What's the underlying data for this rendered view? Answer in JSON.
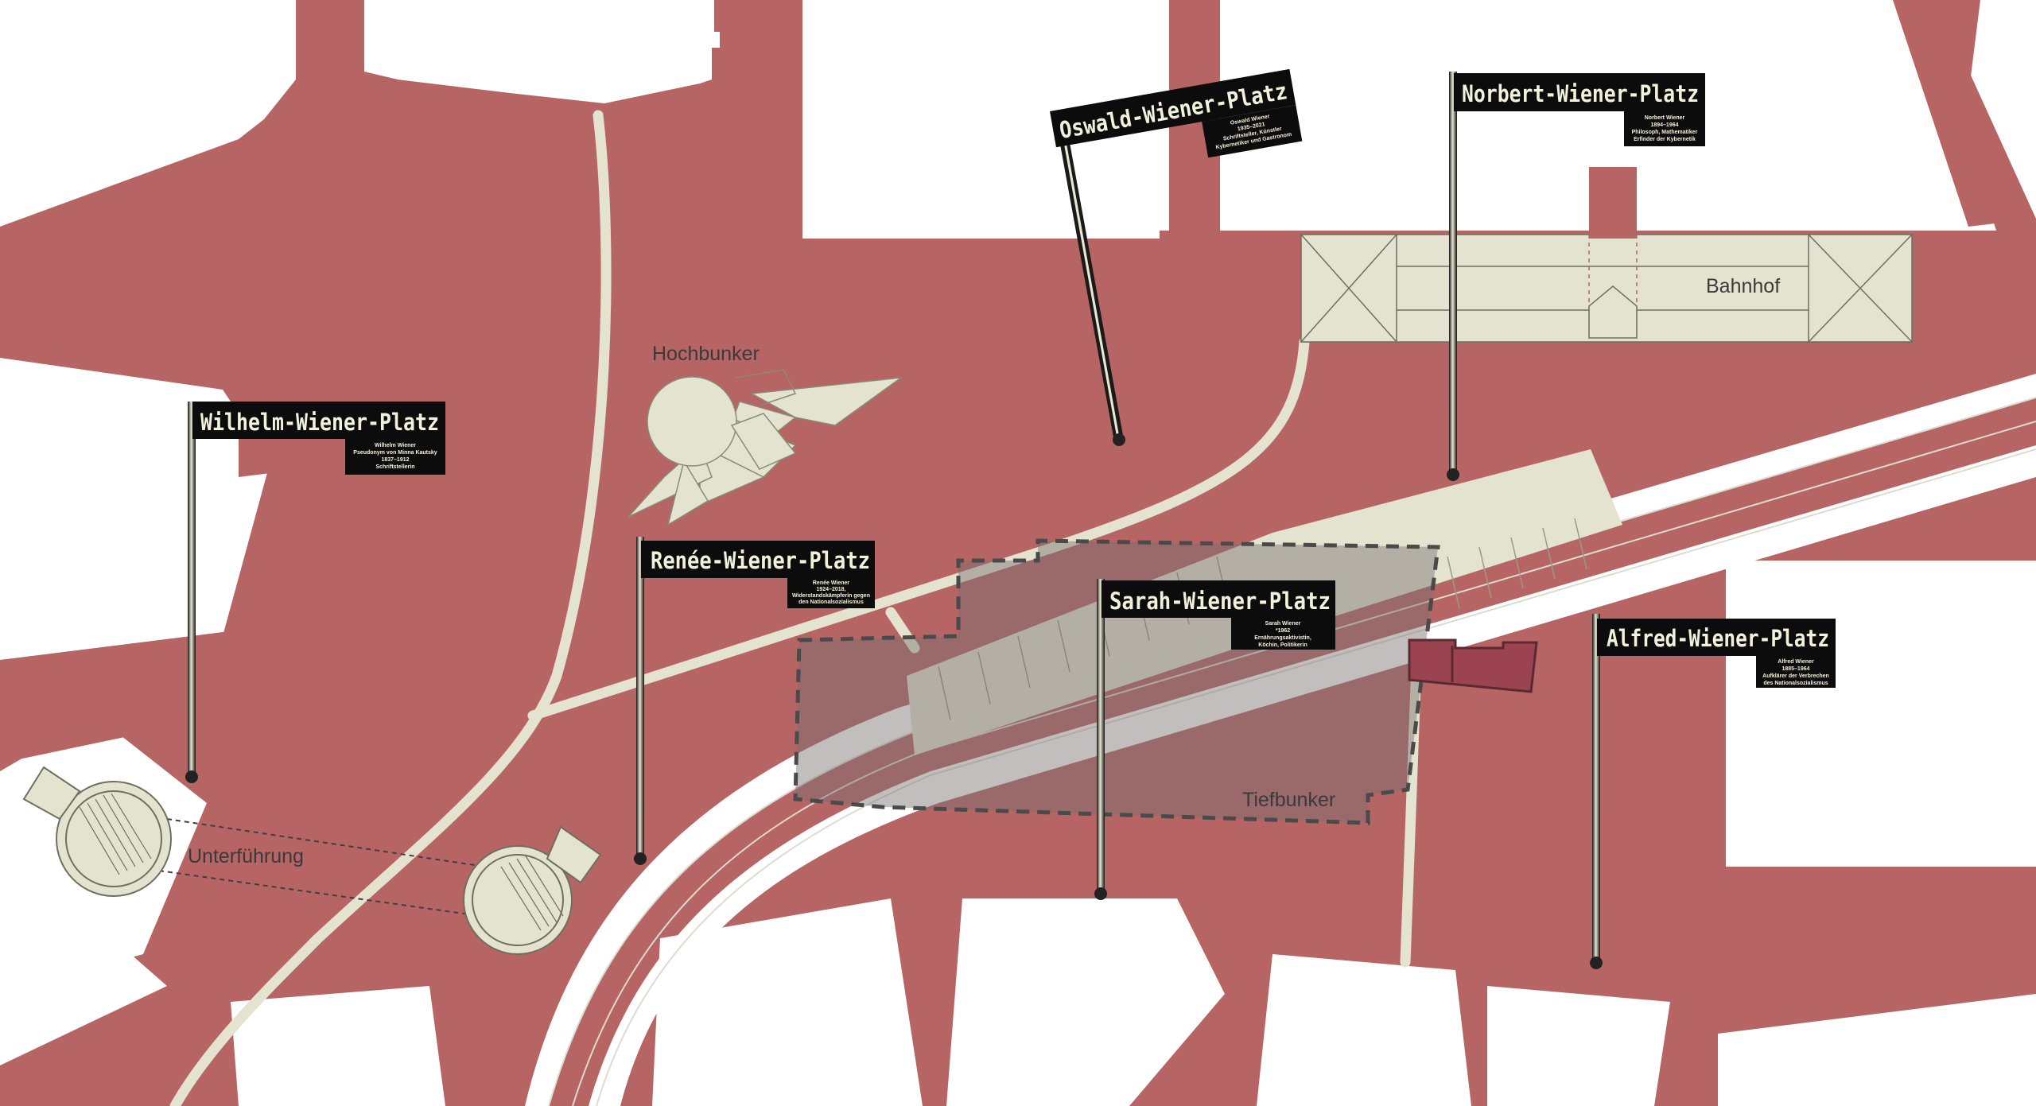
{
  "colors": {
    "ground": "#b76464",
    "white": "#ffffff",
    "building": "#e4e3cf",
    "path": "#e4e3cf",
    "sign_bg": "#0c0c0c",
    "sign_text": "#f2f2dc",
    "bunker_dash": "#4a4a4a",
    "small_bldg": "#9b4351"
  },
  "labels": {
    "hochbunker": "Hochbunker",
    "bahnhof": "Bahnhof",
    "tiefbunker": "Tiefbunker",
    "unterfuehrung": "Unterführung"
  },
  "signs": [
    {
      "id": "wilhelm",
      "title": "Wilhelm-Wiener-Platz",
      "lines": [
        "Wilhelm Wiener",
        "Pseudonym von Minna Kautsky",
        "1837–1912",
        "Schriftstellerin"
      ]
    },
    {
      "id": "oswald",
      "title": "Oswald-Wiener-Platz",
      "lines": [
        "Oswald Wiener",
        "1935–2021",
        "Schriftsteller, Künstler",
        "Kybernetiker und Gastronom"
      ]
    },
    {
      "id": "norbert",
      "title": "Norbert-Wiener-Platz",
      "lines": [
        "Norbert Wiener",
        "1894–1964",
        "Philosoph, Mathematiker",
        "Erfinder der Kybernetik"
      ]
    },
    {
      "id": "renee",
      "title": "Renée-Wiener-Platz",
      "lines": [
        "Renée Wiener",
        "1924–2018,",
        "Widerstandskämpferin gegen",
        "den Nationalsozialismus"
      ]
    },
    {
      "id": "sarah",
      "title": "Sarah-Wiener-Platz",
      "lines": [
        "Sarah Wiener",
        "*1962",
        "Ernährungsaktivistin,",
        "Köchin, Politikerin"
      ]
    },
    {
      "id": "alfred",
      "title": "Alfred-Wiener-Platz",
      "lines": [
        "Alfred Wiener",
        "1885–1964",
        "Aufklärer der Verbrechen",
        "des Nationalsozialismus"
      ]
    }
  ]
}
